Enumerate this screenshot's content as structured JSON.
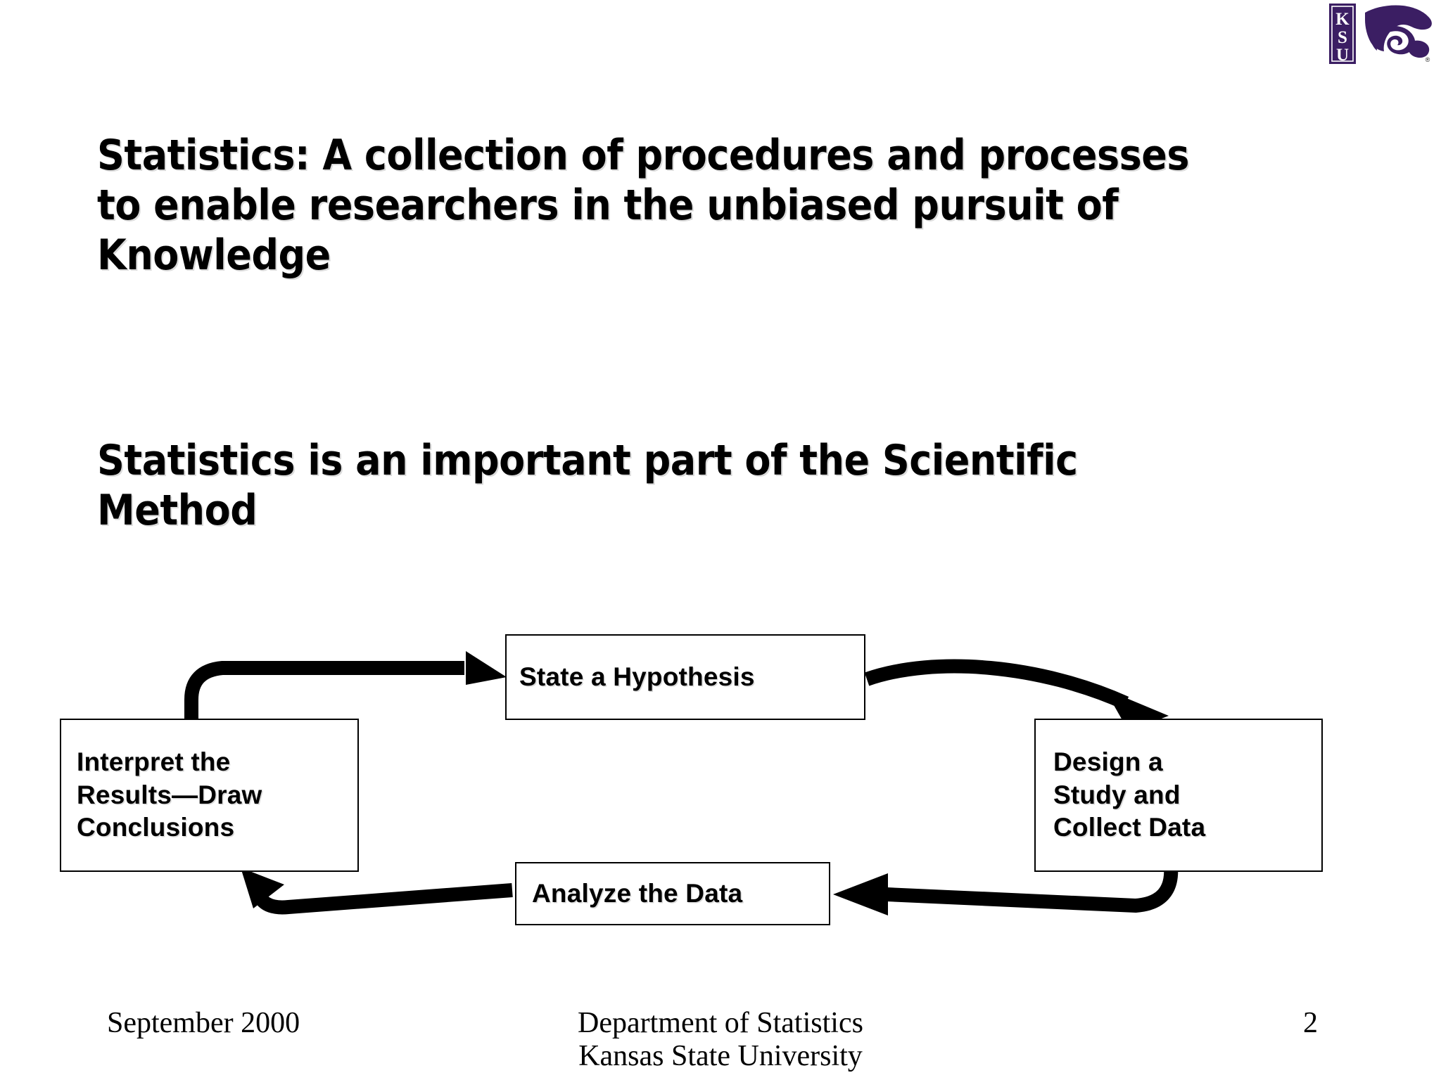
{
  "slide": {
    "background_color": "#ffffff",
    "text_color": "#000000",
    "page_number": "2"
  },
  "logo": {
    "name": "ksu-wildcat-logo",
    "monogram_letters": [
      "K",
      "S",
      "U"
    ],
    "brand_color": "#3B1E63",
    "trademark_symbol": "®"
  },
  "headings": {
    "primary": "Statistics:  A collection of procedures and processes to enable researchers in the unbiased pursuit of Knowledge",
    "secondary": "Statistics is an important part of the Scientific Method"
  },
  "diagram": {
    "title": "Scientific Method Cycle",
    "nodes": [
      {
        "id": "hypothesis",
        "label": "State a Hypothesis"
      },
      {
        "id": "design",
        "label": "Design a\nStudy and\nCollect Data"
      },
      {
        "id": "analyze",
        "label": "Analyze the Data"
      },
      {
        "id": "interpret",
        "label": "Interpret the\nResults—Draw\nConclusions"
      }
    ],
    "edges": [
      {
        "from": "interpret",
        "to": "hypothesis"
      },
      {
        "from": "hypothesis",
        "to": "design"
      },
      {
        "from": "design",
        "to": "analyze"
      },
      {
        "from": "analyze",
        "to": "interpret"
      }
    ],
    "stroke_color": "#000000"
  },
  "footer": {
    "date": "September 2000",
    "organization": "Department of Statistics\nKansas State University",
    "page": "2"
  }
}
